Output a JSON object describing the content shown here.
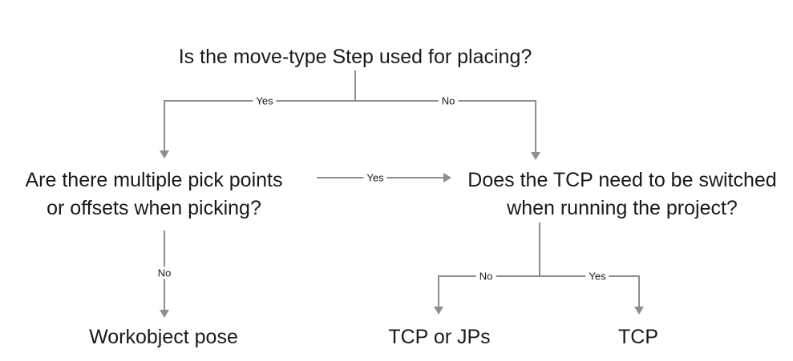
{
  "flowchart": {
    "colors": {
      "line": "#8e8e8e",
      "text": "#1a1a1a"
    },
    "questions": {
      "root": {
        "text": "Is the move-type Step used for placing?",
        "yes_label": "Yes",
        "no_label": "No"
      },
      "pick_points": {
        "line1": "Are there multiple pick points",
        "line2": "or offsets when picking?",
        "yes_label": "Yes",
        "no_label": "No"
      },
      "tcp_switch": {
        "line1": "Does the TCP need to be switched",
        "line2": "when running the project?",
        "no_label": "No",
        "yes_label": "Yes"
      }
    },
    "outcomes": {
      "workobject_pose": "Workobject pose",
      "tcp_or_jps": "TCP or JPs",
      "tcp": "TCP"
    }
  }
}
